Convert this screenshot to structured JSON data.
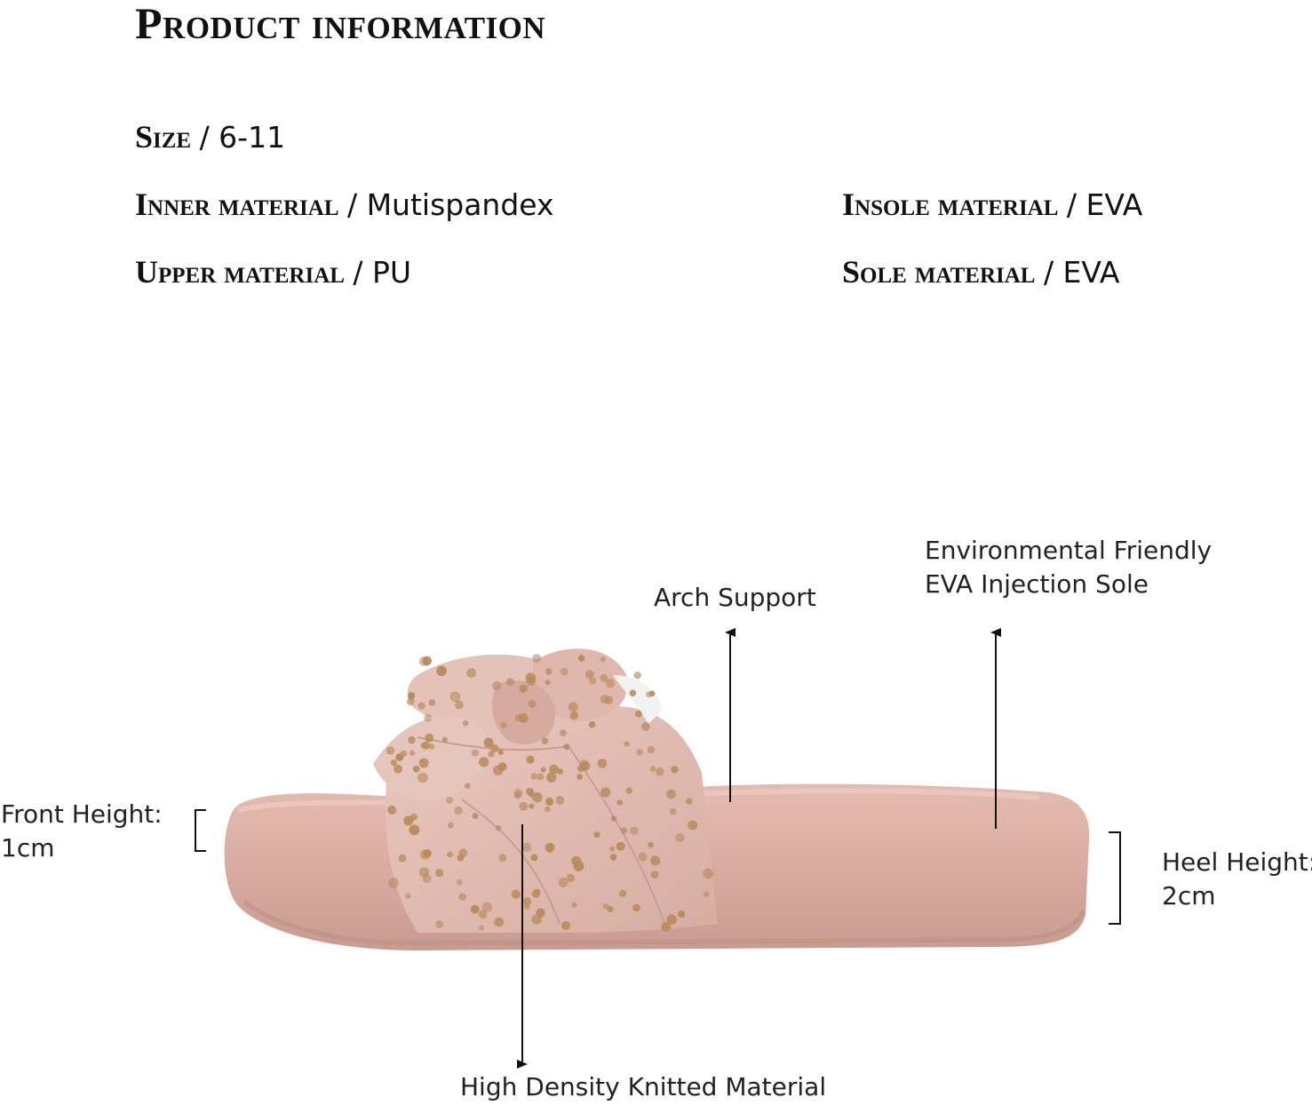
{
  "title": "Product information",
  "specs": {
    "size": {
      "label": "Size",
      "value": "/ 6-11"
    },
    "inner": {
      "label": "Inner material",
      "value": "/ Mutispandex"
    },
    "upper": {
      "label": "Upper material",
      "value": "/ PU"
    },
    "insole": {
      "label": "Insole material",
      "value": "/ EVA"
    },
    "sole": {
      "label": "Sole material",
      "value": "/ EVA"
    }
  },
  "callouts": {
    "arch": "Arch Support",
    "eco_line1": "Environmental Friendly",
    "eco_line2": "EVA Injection Sole",
    "front_line1": "Front Height:",
    "front_line2": "1cm",
    "heel_line1": "Heel Height:",
    "heel_line2": "2cm",
    "knit": "High Density Knitted Material"
  },
  "colors": {
    "sole": "#d9ada2",
    "sole_shadow": "#c3958b",
    "strap": "#e2beb4",
    "dots": "#b8895a"
  }
}
